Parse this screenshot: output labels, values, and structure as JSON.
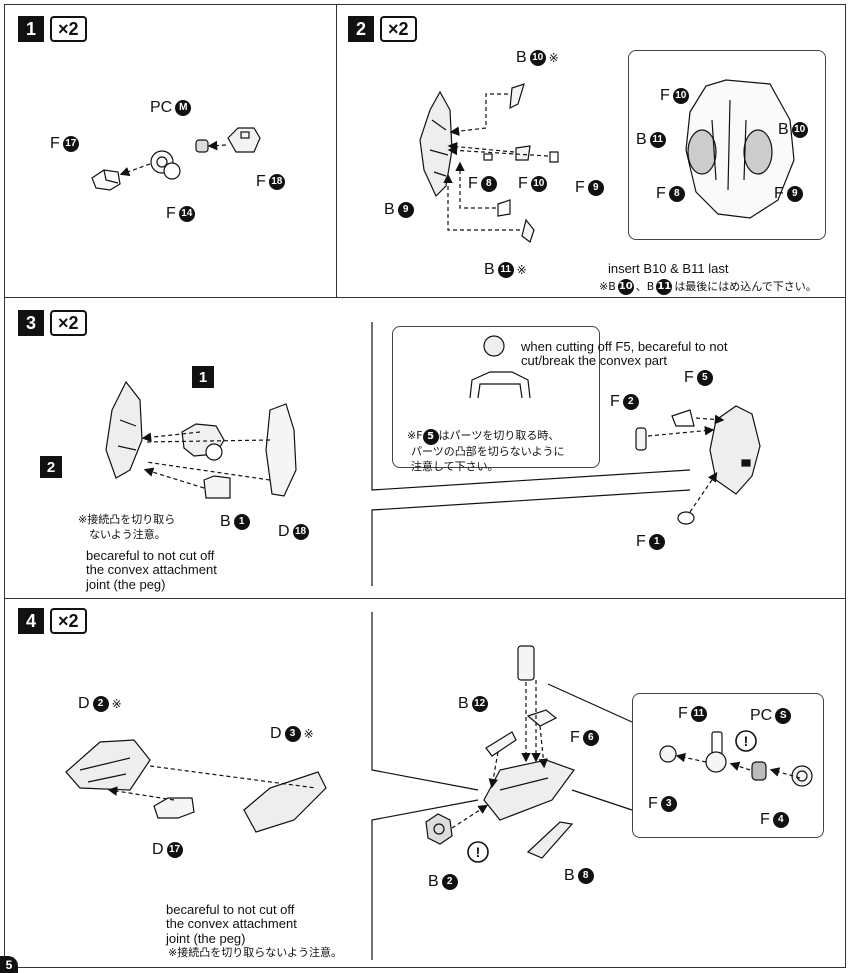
{
  "steps": {
    "s1": {
      "num": "1",
      "mult": "×2"
    },
    "s2": {
      "num": "2",
      "mult": "×2"
    },
    "s3": {
      "num": "3",
      "mult": "×2"
    },
    "s4": {
      "num": "4",
      "mult": "×2"
    }
  },
  "step1": {
    "pc_m": {
      "letter": "PC",
      "num": "M"
    },
    "f17": {
      "letter": "F",
      "num": "17"
    },
    "f18": {
      "letter": "F",
      "num": "18"
    },
    "f14": {
      "letter": "F",
      "num": "14"
    }
  },
  "step2": {
    "b10_top": {
      "letter": "B",
      "num": "10",
      "mark": "※"
    },
    "b9": {
      "letter": "B",
      "num": "9"
    },
    "f8": {
      "letter": "F",
      "num": "8"
    },
    "f10": {
      "letter": "F",
      "num": "10"
    },
    "f9": {
      "letter": "F",
      "num": "9"
    },
    "b11_bottom": {
      "letter": "B",
      "num": "11",
      "mark": "※"
    },
    "inset": {
      "f10": {
        "letter": "F",
        "num": "10"
      },
      "b11": {
        "letter": "B",
        "num": "11"
      },
      "b10": {
        "letter": "B",
        "num": "10"
      },
      "f8": {
        "letter": "F",
        "num": "8"
      },
      "f9": {
        "letter": "F",
        "num": "9"
      }
    },
    "note_en": "insert B10 & B11 last",
    "note_jp_prefix": "※B",
    "note_jp_n1": "10",
    "note_jp_mid": "、B",
    "note_jp_n2": "11",
    "note_jp_suffix": "は最後にはめ込んで下さい。"
  },
  "step3": {
    "ref1": "1",
    "ref2": "2",
    "b1": {
      "letter": "B",
      "num": "1"
    },
    "d18": {
      "letter": "D",
      "num": "18"
    },
    "f2": {
      "letter": "F",
      "num": "2"
    },
    "f5": {
      "letter": "F",
      "num": "5"
    },
    "f1": {
      "letter": "F",
      "num": "1"
    },
    "note_jp": "※接続凸を切り取ら\n　ないよう注意。",
    "note_en": "becareful to not cut off\nthe convex attachment\njoint (the peg)",
    "callout_en": "when cutting off F5, becareful to not\ncut/break the convex part",
    "callout_jp_prefix": "※F",
    "callout_jp_num": "5",
    "callout_jp_rest": "はパーツを切り取る時、\n　パーツの凸部を切らないように\n　注意して下さい。"
  },
  "step4": {
    "d2": {
      "letter": "D",
      "num": "2",
      "mark": "※"
    },
    "d3": {
      "letter": "D",
      "num": "3",
      "mark": "※"
    },
    "d17": {
      "letter": "D",
      "num": "17"
    },
    "b12": {
      "letter": "B",
      "num": "12"
    },
    "f6": {
      "letter": "F",
      "num": "6"
    },
    "b2": {
      "letter": "B",
      "num": "2"
    },
    "b8": {
      "letter": "B",
      "num": "8"
    },
    "inset": {
      "f11": {
        "letter": "F",
        "num": "11"
      },
      "pc_s": {
        "letter": "PC",
        "num": "S"
      },
      "f3": {
        "letter": "F",
        "num": "3"
      },
      "f4": {
        "letter": "F",
        "num": "4"
      }
    },
    "note_en": "becareful to not cut off\nthe convex attachment\njoint (the peg)",
    "note_jp": "※接続凸を切り取らないよう注意。"
  },
  "page_number": "5",
  "colors": {
    "ink": "#111111",
    "line": "#333333",
    "paper": "#ffffff"
  }
}
